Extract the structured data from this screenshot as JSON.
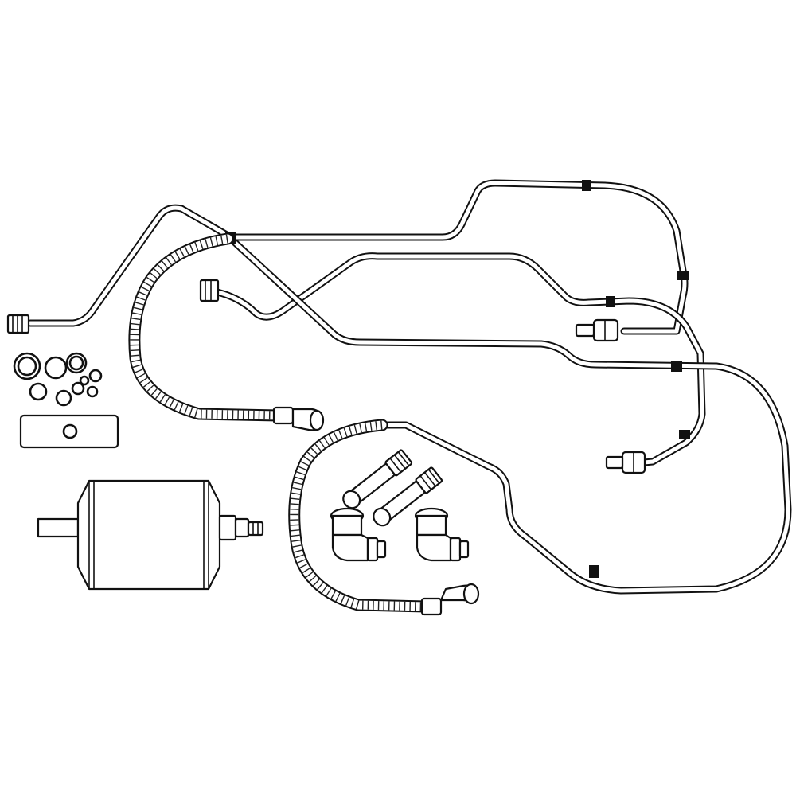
{
  "diagram": {
    "kind": "exploded parts illustration",
    "parts": [
      "pressure-line-upper",
      "pressure-line-middle",
      "suction-line-lower",
      "hose-left",
      "hose-center",
      "o-ring-kit",
      "mounting-gasket",
      "receiver-drier",
      "fitting-bolt",
      "elbow-fitting"
    ]
  },
  "colors": {
    "line": "#111111",
    "background": "#ffffff"
  }
}
